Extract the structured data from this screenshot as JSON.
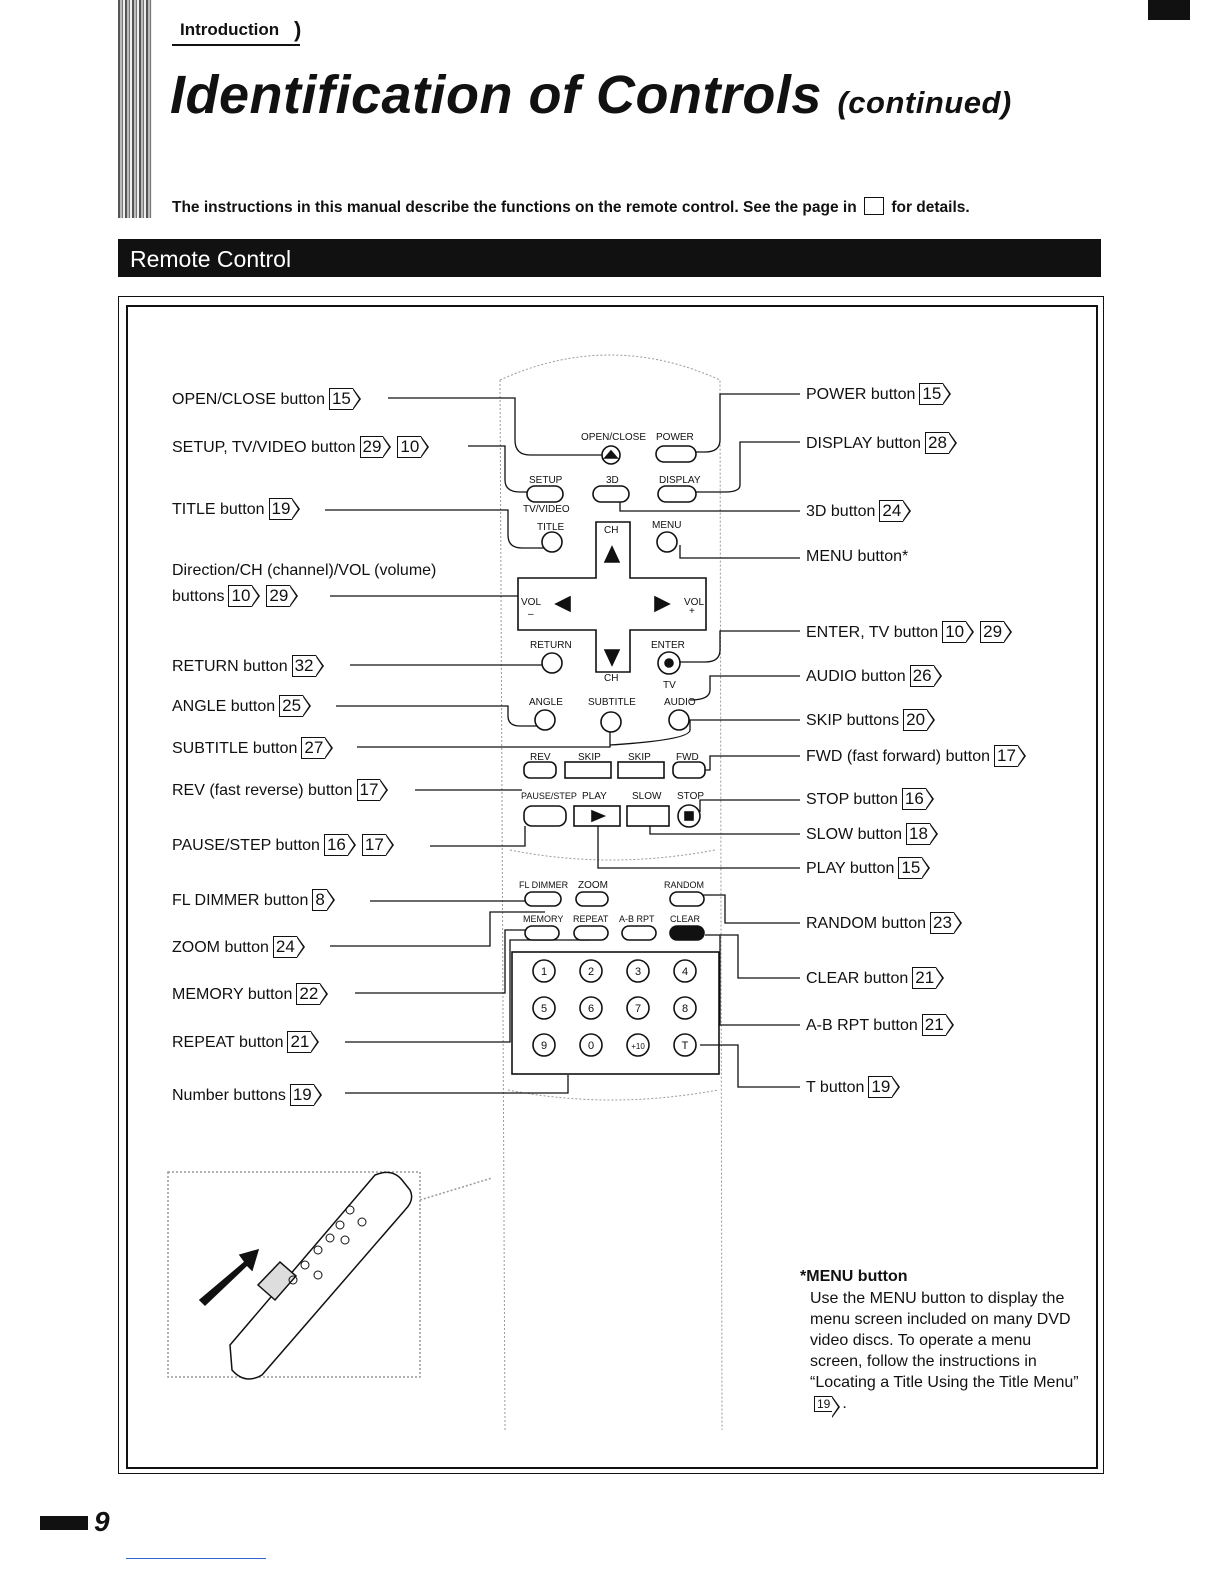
{
  "header": {
    "section": "Introduction",
    "paren": ")",
    "title": "Identification of Controls",
    "title_suffix": "(continued)"
  },
  "instructions": {
    "before": "The instructions in this manual describe the functions on the remote control. See the page in",
    "after": "for details."
  },
  "banner": "Remote Control",
  "left_labels": [
    {
      "text": "OPEN/CLOSE button",
      "pages": [
        "15"
      ]
    },
    {
      "text": "SETUP, TV/VIDEO button",
      "pages": [
        "29",
        "10"
      ]
    },
    {
      "text": "TITLE button",
      "pages": [
        "19"
      ]
    },
    {
      "text": "Direction/CH (channel)/VOL (volume)",
      "pages": []
    },
    {
      "text": "buttons",
      "pages": [
        "10",
        "29"
      ]
    },
    {
      "text": "RETURN button",
      "pages": [
        "32"
      ]
    },
    {
      "text": "ANGLE button",
      "pages": [
        "25"
      ]
    },
    {
      "text": "SUBTITLE button",
      "pages": [
        "27"
      ]
    },
    {
      "text": "REV (fast reverse) button",
      "pages": [
        "17"
      ]
    },
    {
      "text": "PAUSE/STEP button",
      "pages": [
        "16",
        "17"
      ]
    },
    {
      "text": "FL DIMMER button",
      "pages": [
        "8"
      ]
    },
    {
      "text": "ZOOM button",
      "pages": [
        "24"
      ]
    },
    {
      "text": "MEMORY button",
      "pages": [
        "22"
      ]
    },
    {
      "text": "REPEAT button",
      "pages": [
        "21"
      ]
    },
    {
      "text": "Number buttons",
      "pages": [
        "19"
      ]
    }
  ],
  "right_labels": [
    {
      "text": "POWER button",
      "pages": [
        "15"
      ]
    },
    {
      "text": "DISPLAY button",
      "pages": [
        "28"
      ]
    },
    {
      "text": "3D button",
      "pages": [
        "24"
      ]
    },
    {
      "text": "MENU button*",
      "pages": []
    },
    {
      "text": "ENTER, TV button",
      "pages": [
        "10",
        "29"
      ]
    },
    {
      "text": "AUDIO button",
      "pages": [
        "26"
      ]
    },
    {
      "text": "SKIP buttons",
      "pages": [
        "20"
      ]
    },
    {
      "text": "FWD (fast forward) button",
      "pages": [
        "17"
      ]
    },
    {
      "text": "STOP button",
      "pages": [
        "16"
      ]
    },
    {
      "text": "SLOW button",
      "pages": [
        "18"
      ]
    },
    {
      "text": "PLAY button",
      "pages": [
        "15"
      ]
    },
    {
      "text": "RANDOM button",
      "pages": [
        "23"
      ]
    },
    {
      "text": "CLEAR button",
      "pages": [
        "21"
      ]
    },
    {
      "text": "A-B RPT button",
      "pages": [
        "21"
      ]
    },
    {
      "text": "T button",
      "pages": [
        "19"
      ]
    }
  ],
  "remote": {
    "openclose": "OPEN/CLOSE",
    "power": "POWER",
    "setup": "SETUP",
    "d3": "3D",
    "display": "DISPLAY",
    "tvvideo": "TV/VIDEO",
    "title": "TITLE",
    "ch": "CH",
    "menu": "MENU",
    "vol": "VOL",
    "minus": "–",
    "plus": "+",
    "return": "RETURN",
    "enter": "ENTER",
    "tv": "TV",
    "angle": "ANGLE",
    "subtitle": "SUBTITLE",
    "audio": "AUDIO",
    "rev": "REV",
    "skip": "SKIP",
    "fwd": "FWD",
    "pausestep": "PAUSE/STEP",
    "play": "PLAY",
    "slow": "SLOW",
    "stop": "STOP",
    "fldimmer": "FL DIMMER",
    "zoom": "ZOOM",
    "random": "RANDOM",
    "memory": "MEMORY",
    "repeat": "REPEAT",
    "abrpt": "A-B RPT",
    "clear": "CLEAR",
    "numbers": [
      "1",
      "2",
      "3",
      "4",
      "5",
      "6",
      "7",
      "8",
      "9",
      "0",
      "+10",
      "T"
    ]
  },
  "note": {
    "heading": "MENU button",
    "star": "*",
    "body": "Use the MENU button to display the menu screen included on many DVD video discs. To operate a menu screen, follow the instructions in “Locating a Title Using the Title Menu”",
    "page": "19",
    "end": "."
  },
  "page_number": "9"
}
